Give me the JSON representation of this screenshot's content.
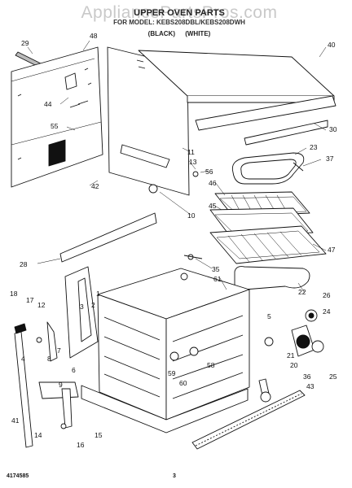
{
  "watermark": "AppliancePartsPros.com",
  "title": "UPPER OVEN PARTS",
  "subtitle": "FOR MODEL: KEBS208DBL/KEBS208DWH",
  "color_codes": "(BLACK) (WHITE)",
  "footer_code": "4174585",
  "page_number": "3",
  "callouts": [
    "29",
    "48",
    "40",
    "44",
    "55",
    "30",
    "11",
    "13",
    "23",
    "56",
    "37",
    "46",
    "42",
    "45",
    "10",
    "47",
    "35",
    "61",
    "22",
    "28",
    "18",
    "17",
    "12",
    "3",
    "2",
    "1",
    "5",
    "26",
    "24",
    "4",
    "7",
    "8",
    "21",
    "6",
    "58",
    "59",
    "60",
    "25",
    "9",
    "20",
    "36",
    "43",
    "41",
    "14",
    "16",
    "15"
  ]
}
